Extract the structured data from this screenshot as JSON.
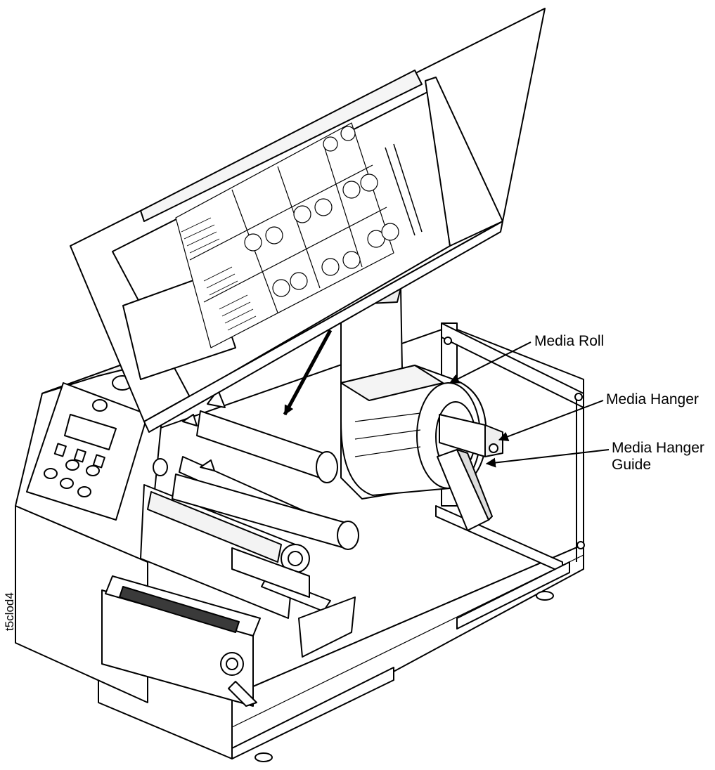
{
  "figure_id": "t5clod4",
  "callouts": {
    "media_roll": "Media Roll",
    "media_hanger": "Media Hanger",
    "media_hanger_guide": "Media Hanger\nGuide"
  },
  "colors": {
    "line": "#000000",
    "fill": "#ffffff",
    "shade": "#d9d9d9",
    "dark": "#3a3a3a"
  }
}
